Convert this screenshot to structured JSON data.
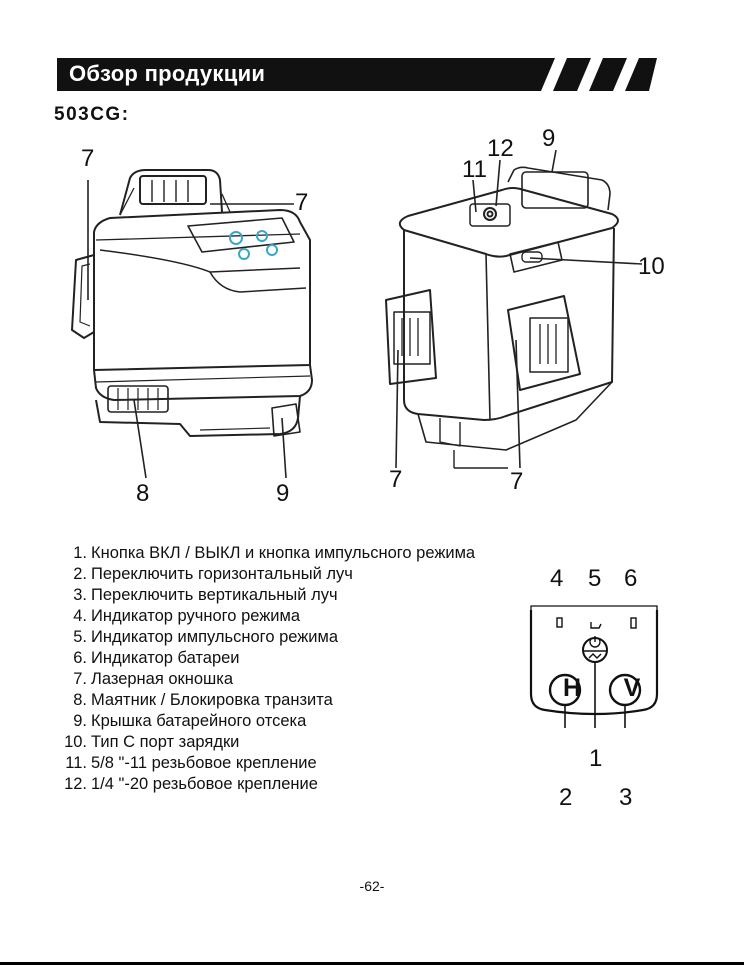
{
  "header": {
    "title": "Обзор продукции",
    "model": "503CG:"
  },
  "figure_callouts": {
    "left_view": {
      "laser_window_left": "7",
      "laser_window_top": "7",
      "pendulum_lock": "8",
      "battery_cover": "9"
    },
    "right_view": {
      "thread_5_8": "11",
      "thread_1_4": "12",
      "battery_cover": "9",
      "type_c_port": "10",
      "laser_window_left": "7",
      "laser_window_right": "7"
    },
    "panel": {
      "manual_indicator": "4",
      "pulse_indicator": "5",
      "battery_indicator": "6",
      "power_button": "1",
      "horizontal_button": "2",
      "vertical_button": "3",
      "h_label": "H",
      "v_label": "V"
    }
  },
  "legend": [
    {
      "num": "1.",
      "text": "Кнопка ВКЛ / ВЫКЛ и кнопка импульсного режима"
    },
    {
      "num": "2.",
      "text": "Переключить горизонтальный луч"
    },
    {
      "num": "3.",
      "text": "Переключить вертикальный луч"
    },
    {
      "num": "4.",
      "text": "Индикатор ручного режима"
    },
    {
      "num": "5.",
      "text": "Индикатор импульсного режима"
    },
    {
      "num": "6.",
      "text": "Индикатор батареи"
    },
    {
      "num": "7.",
      "text": "Лазерная окношка"
    },
    {
      "num": "8.",
      "text": "Маятник / Блокировка транзита"
    },
    {
      "num": "9.",
      "text": "Крышка батарейного отсека"
    },
    {
      "num": "10.",
      "text": "Тип С порт зарядки"
    },
    {
      "num": "11.",
      "text": "5/8 \"-11 резьбовое крепление"
    },
    {
      "num": "12.",
      "text": "1/4 \"-20 резьбовое крепление"
    }
  ],
  "page_number": "-62-"
}
